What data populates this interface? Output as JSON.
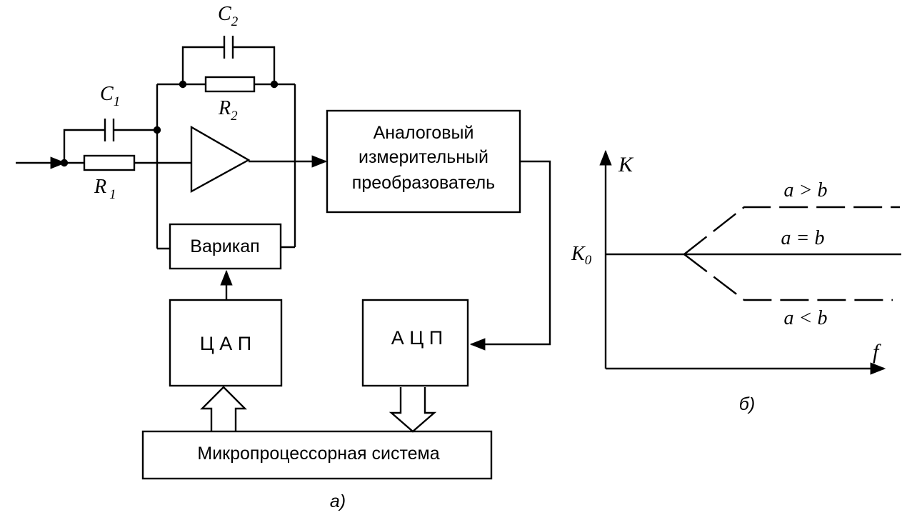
{
  "schematic": {
    "labels": {
      "c1_main": "C",
      "c1_sub": "1",
      "c2_main": "C",
      "c2_sub": "2",
      "r1_main": "R",
      "r1_sub": "1",
      "r2_main": "R",
      "r2_sub": "2"
    },
    "blocks": {
      "analog_line1": "Аналоговый",
      "analog_line2": "измерительный",
      "analog_line3": "преобразователь",
      "varicap": "Варикап",
      "dac": "Ц А П",
      "adc": "А Ц П",
      "micro": "Микропроцессорная система"
    },
    "caption": "а)"
  },
  "graph": {
    "y_axis_label": "K",
    "x_axis_label": "f",
    "k0_main": "K",
    "k0_sub": "0",
    "curve_upper": "a > b",
    "curve_equal": "a = b",
    "curve_lower": "a < b",
    "caption": "б)"
  },
  "colors": {
    "ink": "#000000",
    "paper": "#ffffff"
  }
}
